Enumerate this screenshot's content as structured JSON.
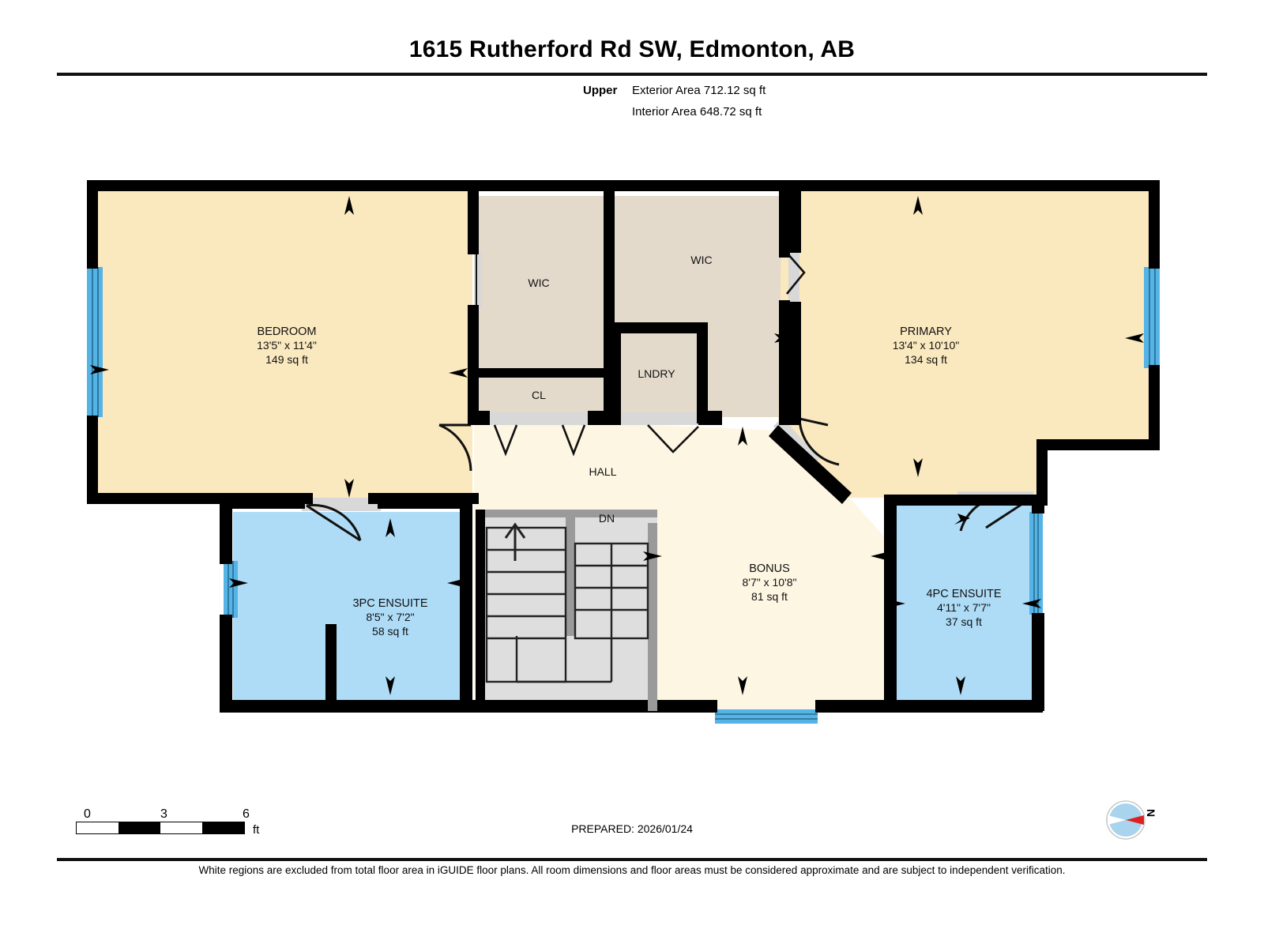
{
  "header": {
    "title": "1615 Rutherford Rd SW, Edmonton, AB",
    "level_label": "Upper",
    "exterior_area": "Exterior Area 712.12 sq ft",
    "interior_area": "Interior Area 648.72 sq ft"
  },
  "rooms": [
    {
      "id": "bedroom",
      "name": "BEDROOM",
      "dims": "13'5\" x 11'4\"",
      "area": "149 sq ft",
      "fill": "#fae8bf"
    },
    {
      "id": "primary",
      "name": "PRIMARY",
      "dims": "13'4\" x 10'10\"",
      "area": "134 sq ft",
      "fill": "#fae8bf"
    },
    {
      "id": "wic-left",
      "name": "WIC",
      "dims": "",
      "area": "",
      "fill": "#e3dacb"
    },
    {
      "id": "wic-right",
      "name": "WIC",
      "dims": "",
      "area": "",
      "fill": "#e3dacb"
    },
    {
      "id": "closet",
      "name": "CL",
      "dims": "",
      "area": "",
      "fill": "#e3dacb"
    },
    {
      "id": "laundry",
      "name": "LNDRY",
      "dims": "",
      "area": "",
      "fill": "#e3dacb"
    },
    {
      "id": "hall",
      "name": "HALL",
      "dims": "",
      "area": "",
      "fill": "#fdf6e3"
    },
    {
      "id": "stairs",
      "name": "DN",
      "dims": "",
      "area": "",
      "fill": "#dedede"
    },
    {
      "id": "ensuite-3pc",
      "name": "3PC ENSUITE",
      "dims": "8'5\" x 7'2\"",
      "area": "58 sq ft",
      "fill": "#aedcf7"
    },
    {
      "id": "bonus",
      "name": "BONUS",
      "dims": "8'7\" x 10'8\"",
      "area": "81 sq ft",
      "fill": "#fdf6e3"
    },
    {
      "id": "ensuite-4pc",
      "name": "4PC ENSUITE",
      "dims": "4'11\" x 7'7\"",
      "area": "37 sq ft",
      "fill": "#aedcf7"
    }
  ],
  "scale": {
    "tick0": "0",
    "tick3": "3",
    "tick6": "6",
    "unit": "ft"
  },
  "compass": {
    "north_label": "N"
  },
  "footer": {
    "prepared": "PREPARED: 2026/01/24",
    "disclaimer": "White regions are excluded from total floor area in iGUIDE floor plans. All room dimensions and floor areas must be considered approximate and are subject to independent verification."
  },
  "colors": {
    "wall": "#000000",
    "window": "#55b3e6",
    "door_swing": "#d8d8d8",
    "bedroom_fill": "#fae8bf",
    "bath_fill": "#aedcf7",
    "closet_fill": "#e3dacb",
    "hall_fill": "#fdf6e3",
    "stairs_fill": "#dedede",
    "compass_disc": "#a8d4ee",
    "compass_needle": "#e02020"
  }
}
